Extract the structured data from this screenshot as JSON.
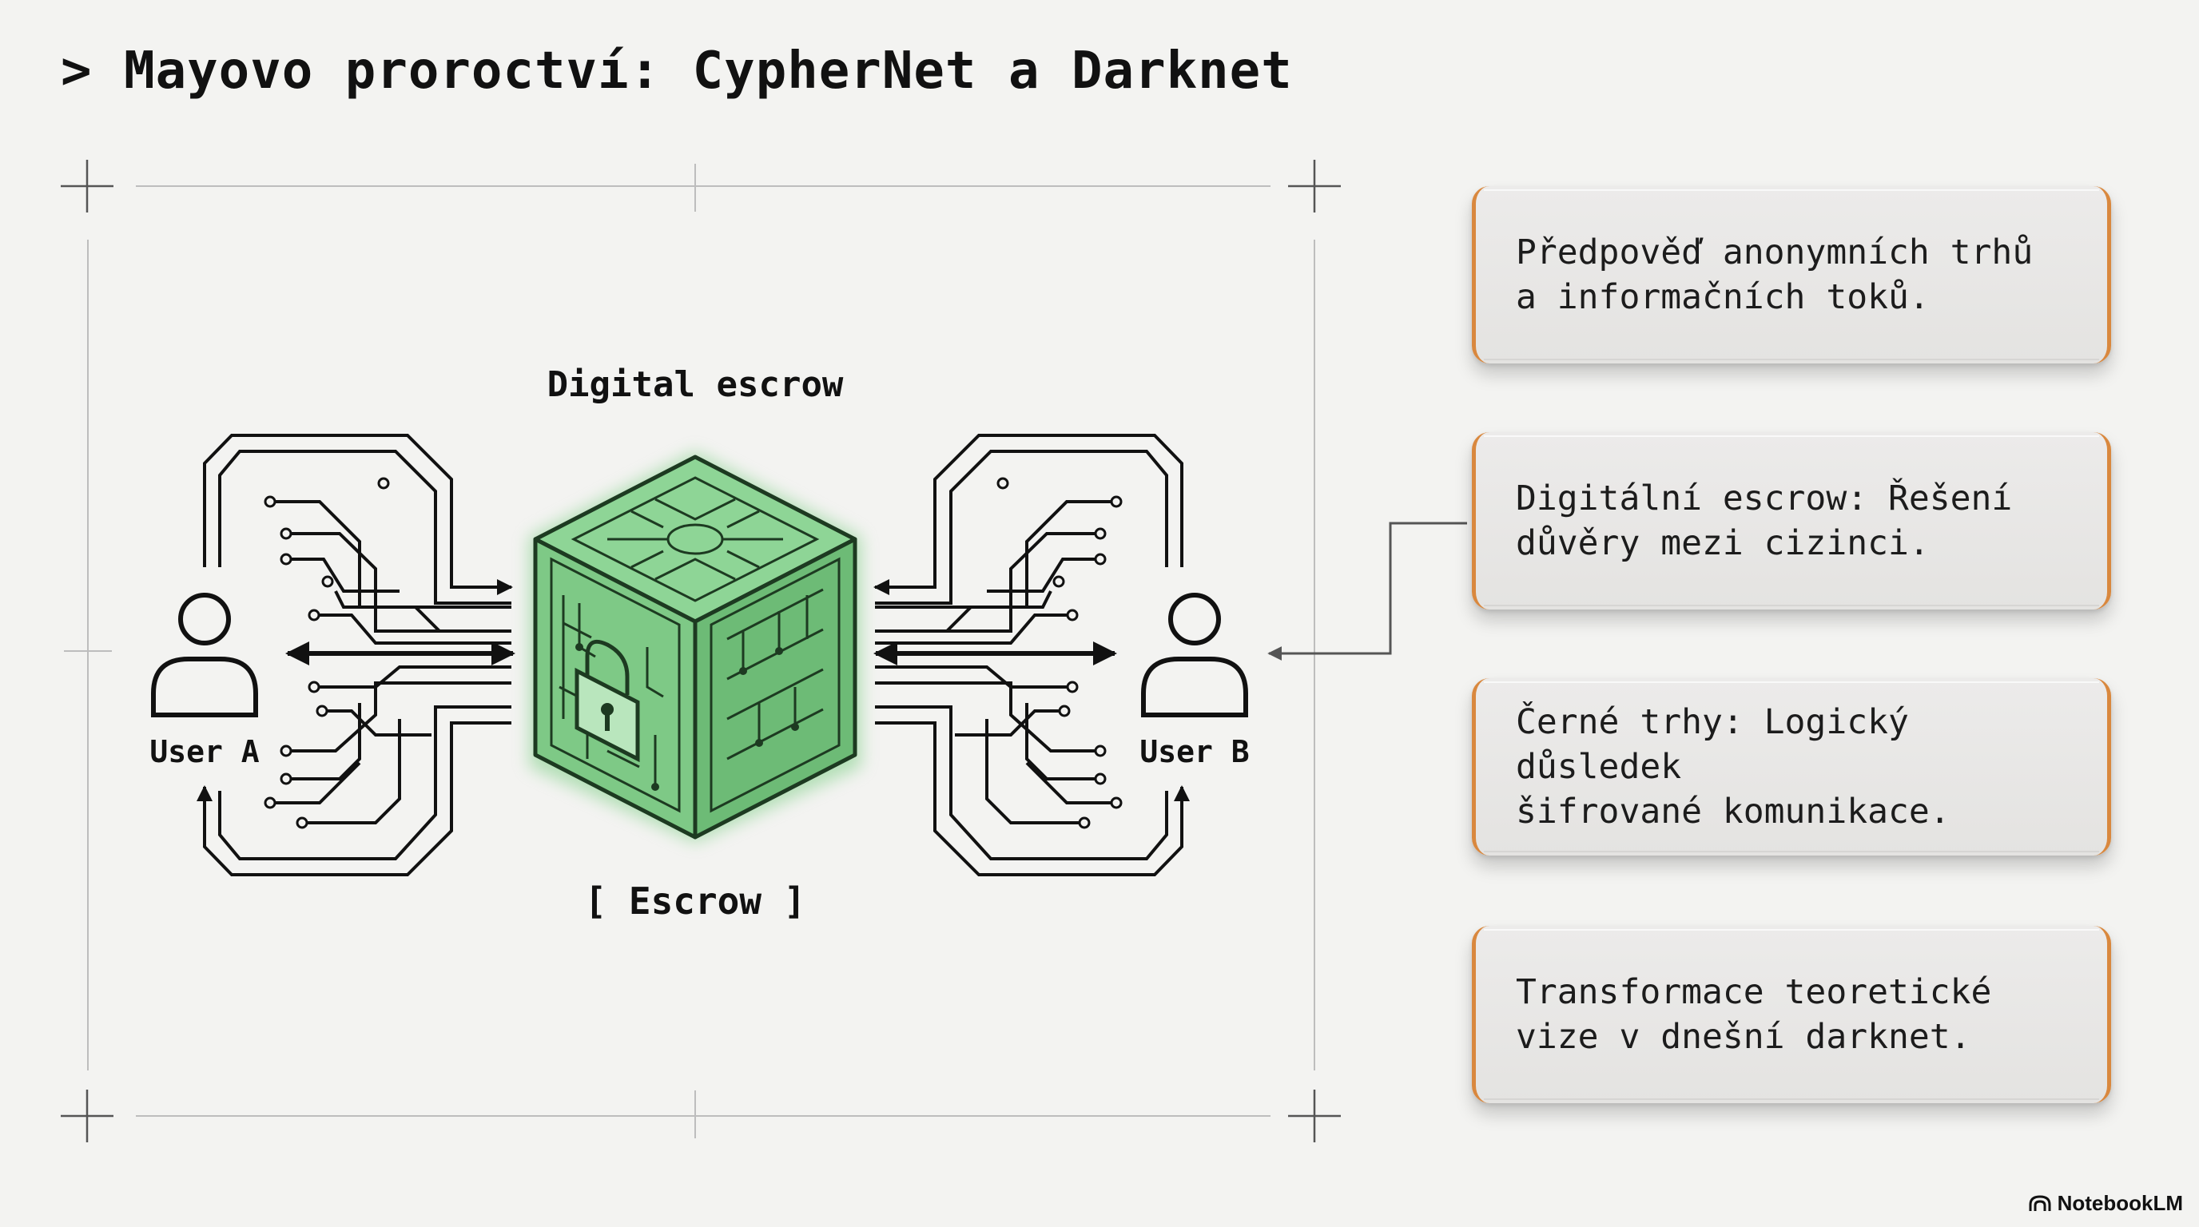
{
  "title": "> Mayovo proroctví: CypherNet a Darknet",
  "diagram": {
    "top_label": "Digital escrow",
    "bottom_label": "[ Escrow ]",
    "user_a": "User A",
    "user_b": "User B",
    "cube_icon": "padlock-circuit-cube-icon",
    "accent_color": "#7fcf86"
  },
  "cards": [
    {
      "text": "Předpověď anonymních trhů\na informačních toků."
    },
    {
      "text": "Digitální escrow: Řešení\ndůvěry mezi cizinci."
    },
    {
      "text": "Černé trhy: Logický důsledek\nšifrované komunikace."
    },
    {
      "text": "Transformace teoretické\nvize v dnešní darknet."
    }
  ],
  "card_border_color": "#d9883e",
  "brand": {
    "name": "NotebookLM",
    "icon": "notebooklm-logo-icon"
  }
}
